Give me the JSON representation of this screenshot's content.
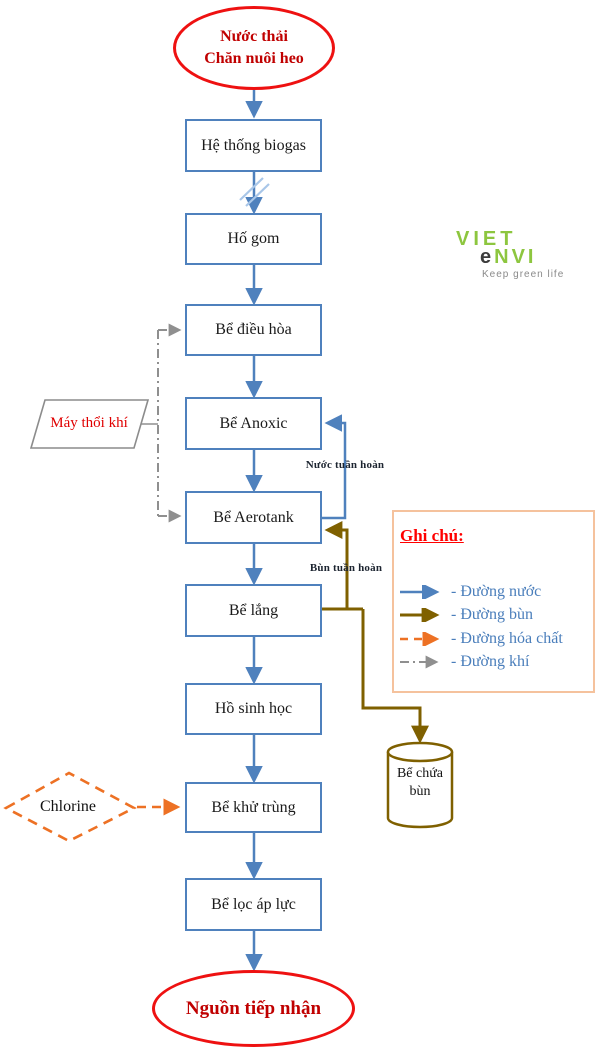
{
  "colors": {
    "box_border_blue": "#4f81bd",
    "flow_blue": "#4f81bd",
    "break_mark_blue": "#a8c6e8",
    "red_outline": "#ee1111",
    "red_text": "#c00000",
    "sludge_olive": "#7f6000",
    "chemical_orange": "#ed7124",
    "air_gray": "#8f8f8f",
    "legend_border_peach": "#f5c29d",
    "legend_text_blue": "#4a7ebb",
    "logo_green": "#8dc63f",
    "logo_gray": "#8a8a8a"
  },
  "nodes": {
    "source": {
      "line1": "Nước thải",
      "line2": "Chăn nuôi heo"
    },
    "steps": [
      "Hệ thống biogas",
      "Hố gom",
      "Bể điều hòa",
      "Bể Anoxic",
      "Bể Aerotank",
      "Bể lắng",
      "Hồ sinh học",
      "Bể khử trùng",
      "Bể lọc áp lực"
    ],
    "sink": "Nguồn tiếp nhận",
    "blower": "Máy thổi khí",
    "chlorine": "Chlorine",
    "sludge_tank": {
      "line1": "Bể chứa",
      "line2": "bùn"
    }
  },
  "labels": {
    "water_recirc": "Nước tuần hoàn",
    "sludge_recirc": "Bùn tuần hoàn"
  },
  "legend": {
    "title": "Ghi chú:",
    "items": [
      {
        "name": "water",
        "label": "- Đường nước"
      },
      {
        "name": "sludge",
        "label": "- Đường bùn"
      },
      {
        "name": "chemical",
        "label": "- Đường hóa chất"
      },
      {
        "name": "air",
        "label": "- Đường khí"
      }
    ]
  },
  "logo": {
    "line1": "VIET",
    "line2_e": "e",
    "line2_rest": "NVI",
    "tagline": "Keep green life"
  }
}
